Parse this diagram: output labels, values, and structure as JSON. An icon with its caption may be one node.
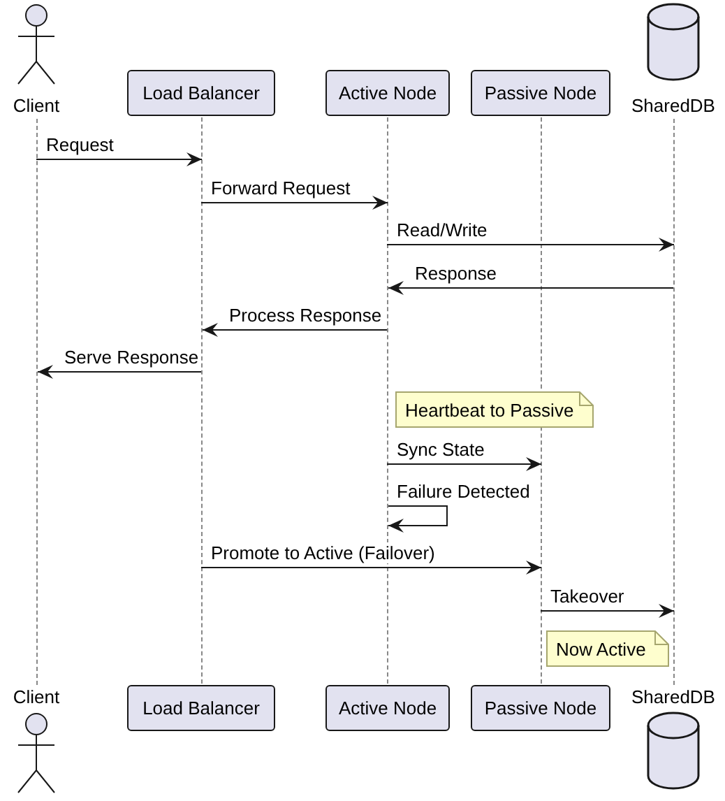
{
  "diagram": {
    "nodes": [
      {
        "text": [
          "Client"
        ]
      },
      {
        "text": [
          "Load Balancer"
        ]
      },
      {
        "text": [
          "Active Node"
        ]
      },
      {
        "text": [
          "Passive Node"
        ]
      },
      {
        "text": [
          "SharedDB"
        ]
      },
      {
        "text": [
          "Client"
        ]
      },
      {
        "text": [
          "Load Balancer"
        ]
      },
      {
        "text": [
          "Active Node"
        ]
      },
      {
        "text": [
          "Passive Node"
        ]
      },
      {
        "text": [
          "SharedDB"
        ]
      },
      {
        "text": [],
        "shape": "line"
      },
      {
        "text": [],
        "shape": "line"
      },
      {
        "text": [],
        "shape": "line"
      },
      {
        "text": [],
        "shape": "line"
      },
      {
        "text": [],
        "shape": "line"
      },
      {
        "text": [
          "Heartbeat to Passive"
        ]
      },
      {
        "text": [
          "Now Active"
        ]
      }
    ],
    "edges": [
      {
        "from": 10,
        "to": 11,
        "arrow": "to",
        "label": "Request"
      },
      {
        "from": 11,
        "to": 12,
        "arrow": "to",
        "label": "Forward Request"
      },
      {
        "from": 12,
        "to": 14,
        "arrow": "to",
        "label": "Read/Write"
      },
      {
        "from": 14,
        "to": 12,
        "arrow": "to",
        "label": "Response"
      },
      {
        "from": 12,
        "to": 11,
        "arrow": "to",
        "label": "Process Response"
      },
      {
        "from": 11,
        "to": 10,
        "arrow": "to",
        "label": "Serve Response"
      },
      {
        "from": 12,
        "to": 13,
        "arrow": "to",
        "label": "Sync State"
      },
      {
        "from": 12,
        "to": 12,
        "arrow": "to",
        "label": "Failure Detected"
      },
      {
        "from": 11,
        "to": 13,
        "arrow": "to",
        "label": "Promote to Active (Failover)"
      },
      {
        "from": 13,
        "to": 14,
        "arrow": "to",
        "label": "Takeover"
      }
    ]
  }
}
